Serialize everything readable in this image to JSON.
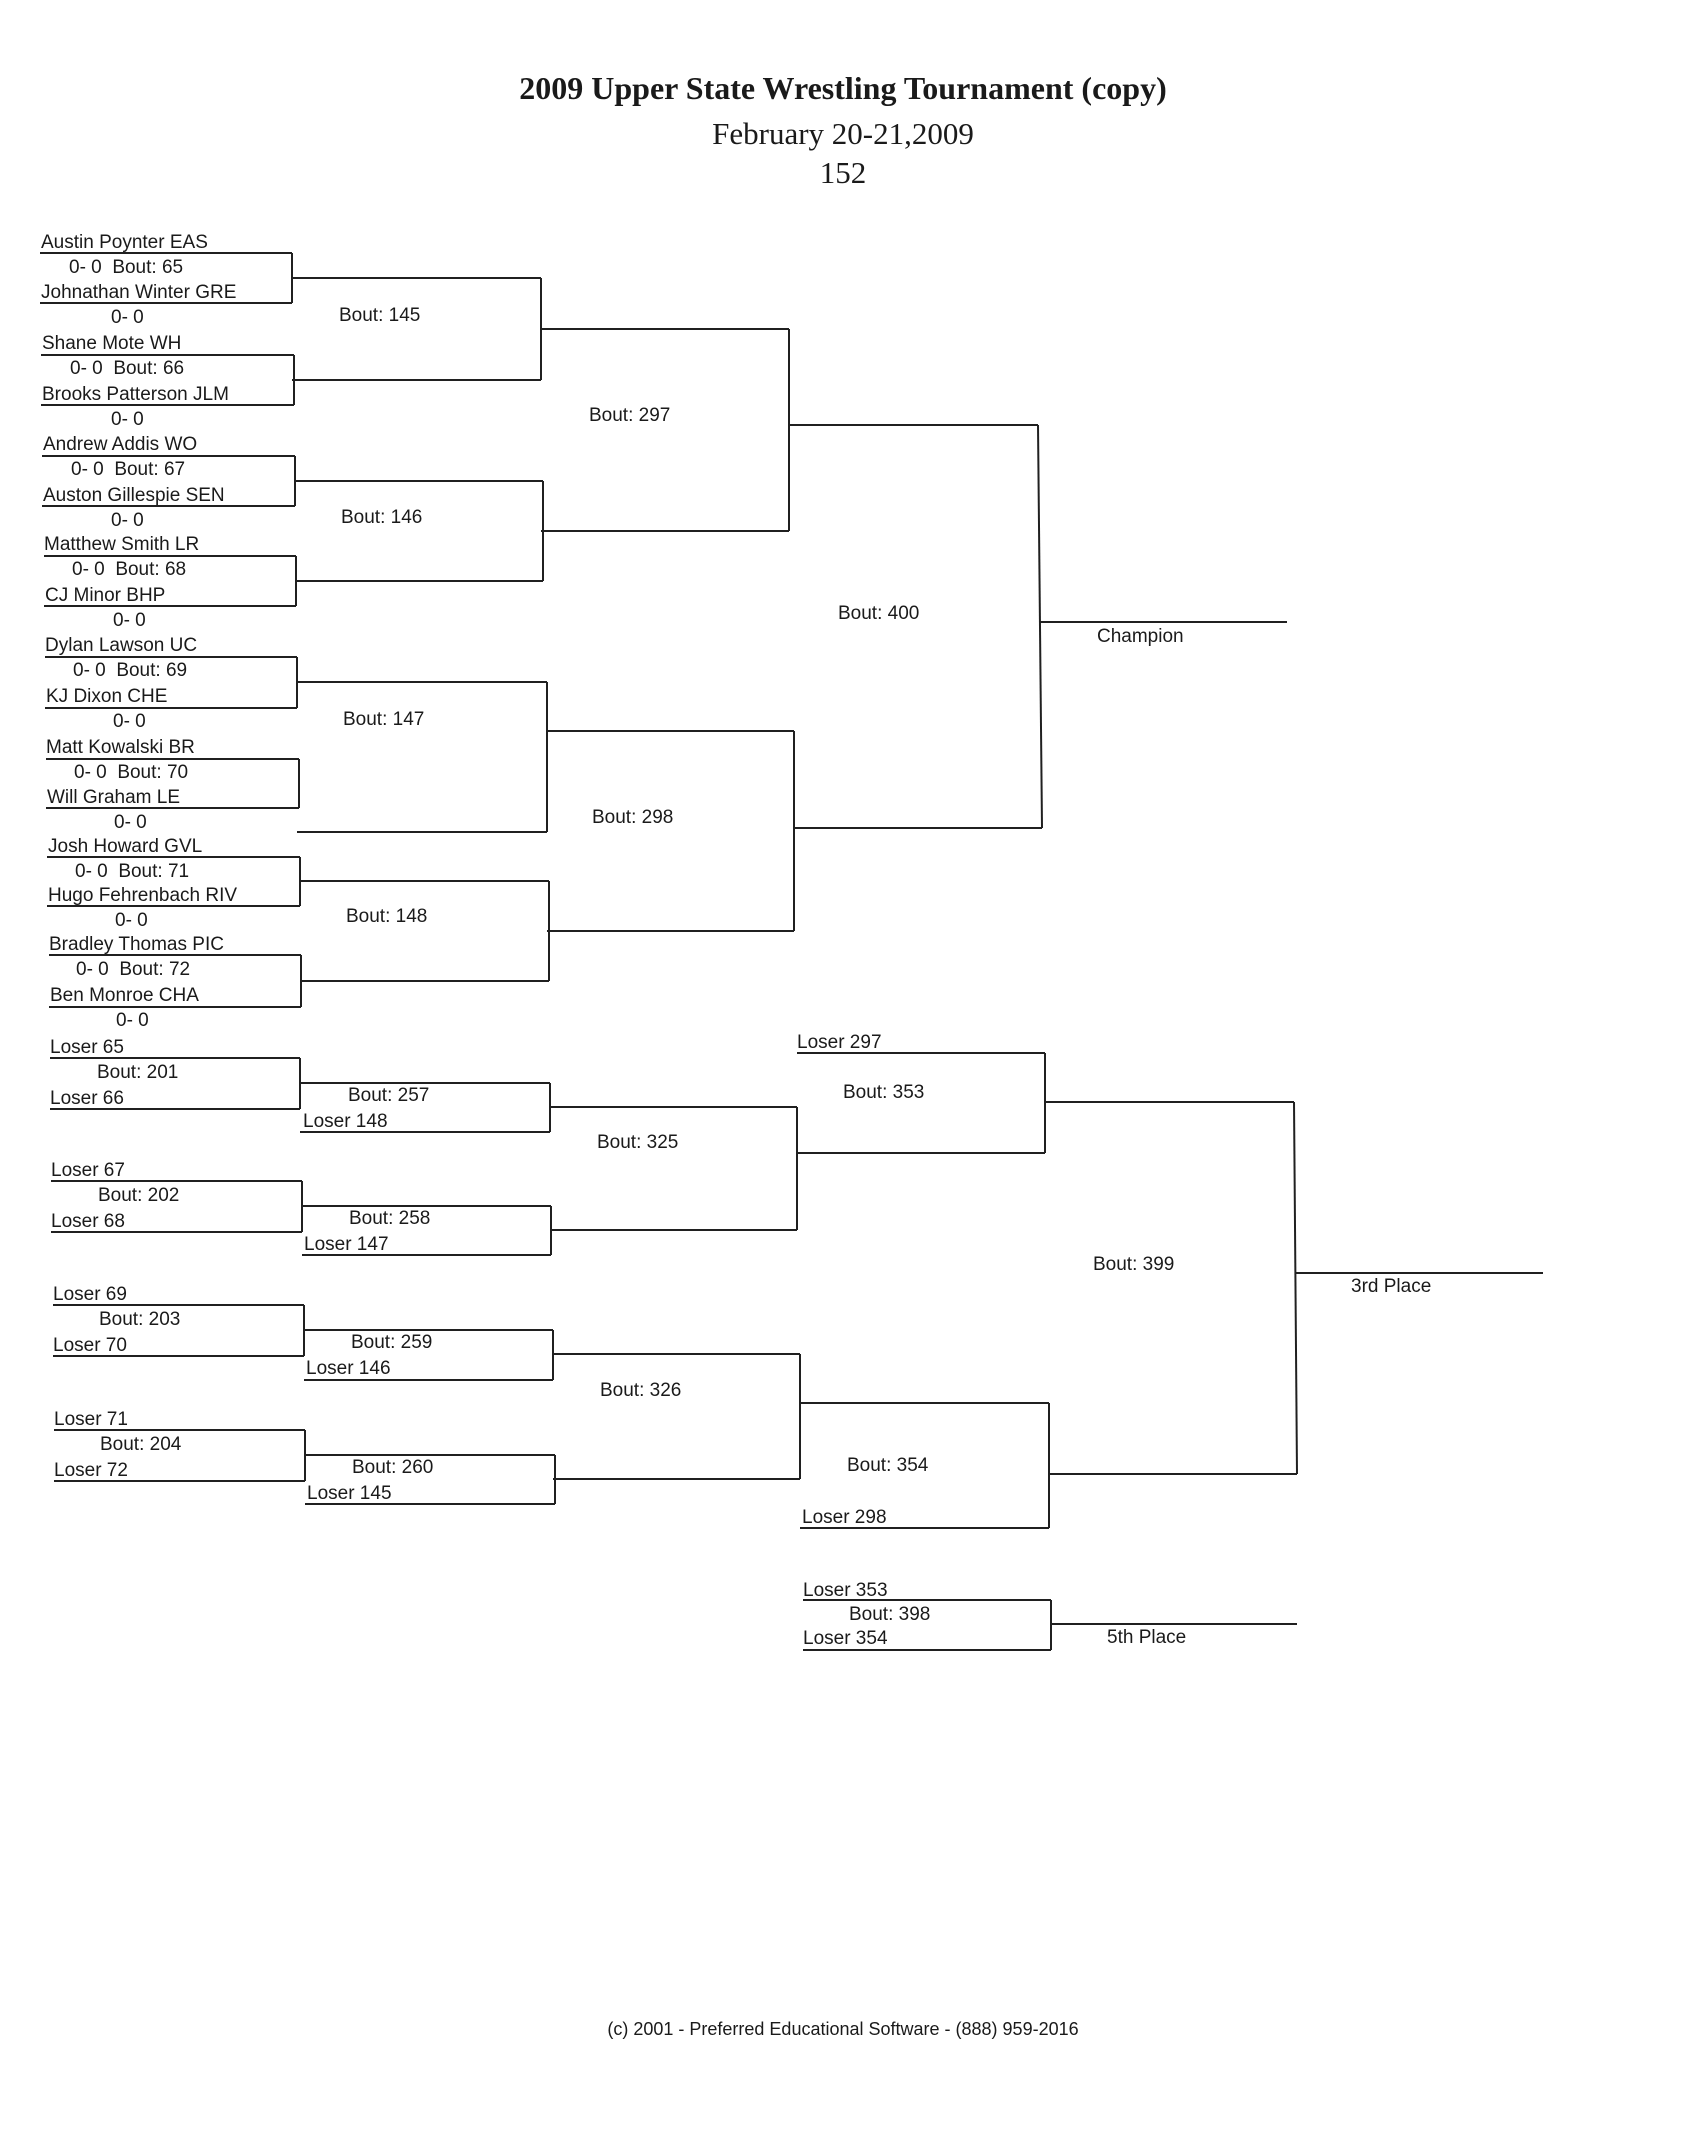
{
  "header": {
    "title": "2009 Upper State Wrestling Tournament (copy)",
    "date": "February 20-21,2009",
    "weight_class": "152"
  },
  "championship": {
    "round1": [
      {
        "top_name": "Austin Poynter EAS",
        "top_record": "0- 0",
        "bout": "Bout:   65",
        "bottom_name": "Johnathan Winter GRE",
        "bottom_record": "0- 0"
      },
      {
        "top_name": "Shane Mote WH",
        "top_record": "0- 0",
        "bout": "Bout:   66",
        "bottom_name": "Brooks Patterson JLM",
        "bottom_record": "0- 0"
      },
      {
        "top_name": "Andrew Addis WO",
        "top_record": "0- 0",
        "bout": "Bout:   67",
        "bottom_name": "Auston Gillespie SEN",
        "bottom_record": "0- 0"
      },
      {
        "top_name": "Matthew Smith LR",
        "top_record": "0- 0",
        "bout": "Bout:   68",
        "bottom_name": "CJ Minor BHP",
        "bottom_record": "0- 0"
      },
      {
        "top_name": "Dylan Lawson UC",
        "top_record": "0- 0",
        "bout": "Bout:   69",
        "bottom_name": "KJ Dixon CHE",
        "bottom_record": "0- 0"
      },
      {
        "top_name": "Matt Kowalski BR",
        "top_record": "0- 0",
        "bout": "Bout:   70",
        "bottom_name": "Will Graham LE",
        "bottom_record": "0- 0"
      },
      {
        "top_name": "Josh Howard GVL",
        "top_record": "0- 0",
        "bout": "Bout:   71",
        "bottom_name": "Hugo Fehrenbach RIV",
        "bottom_record": "0- 0"
      },
      {
        "top_name": "Bradley Thomas PIC",
        "top_record": "0- 0",
        "bout": "Bout:   72",
        "bottom_name": "Ben Monroe CHA",
        "bottom_record": "0- 0"
      }
    ],
    "quarterfinal_bouts": [
      "Bout:   145",
      "Bout:   146",
      "Bout:   147",
      "Bout:   148"
    ],
    "semifinal_bouts": [
      "Bout:   297",
      "Bout:   298"
    ],
    "final_bout": "Bout:   400",
    "champion_label": "Champion"
  },
  "consolation": {
    "first_round": [
      {
        "top": "Loser    65",
        "bout": "Bout:   201",
        "bottom": "Loser    66"
      },
      {
        "top": "Loser    67",
        "bout": "Bout:   202",
        "bottom": "Loser    68"
      },
      {
        "top": "Loser    69",
        "bout": "Bout:   203",
        "bottom": "Loser    70"
      },
      {
        "top": "Loser    71",
        "bout": "Bout:   204",
        "bottom": "Loser    72"
      }
    ],
    "second_round": [
      {
        "bout": "Bout:   257",
        "loser": "Loser   148"
      },
      {
        "bout": "Bout:   258",
        "loser": "Loser   147"
      },
      {
        "bout": "Bout:   259",
        "loser": "Loser   146"
      },
      {
        "bout": "Bout:   260",
        "loser": "Loser   145"
      }
    ],
    "third_round_bouts": [
      "Bout:   325",
      "Bout:   326"
    ],
    "semis": [
      {
        "loser": "Loser    297",
        "bout": "Bout:   353"
      },
      {
        "loser": "Loser    298",
        "bout": "Bout:   354"
      }
    ],
    "third_place_bout": "Bout:   399",
    "third_place_label": "3rd Place",
    "fifth": {
      "top": "Loser    353",
      "bout": "Bout:   398",
      "bottom": "Loser    354"
    },
    "fifth_place_label": "5th Place"
  },
  "footer": "(c) 2001 - Preferred Educational Software - (888) 959-2016"
}
